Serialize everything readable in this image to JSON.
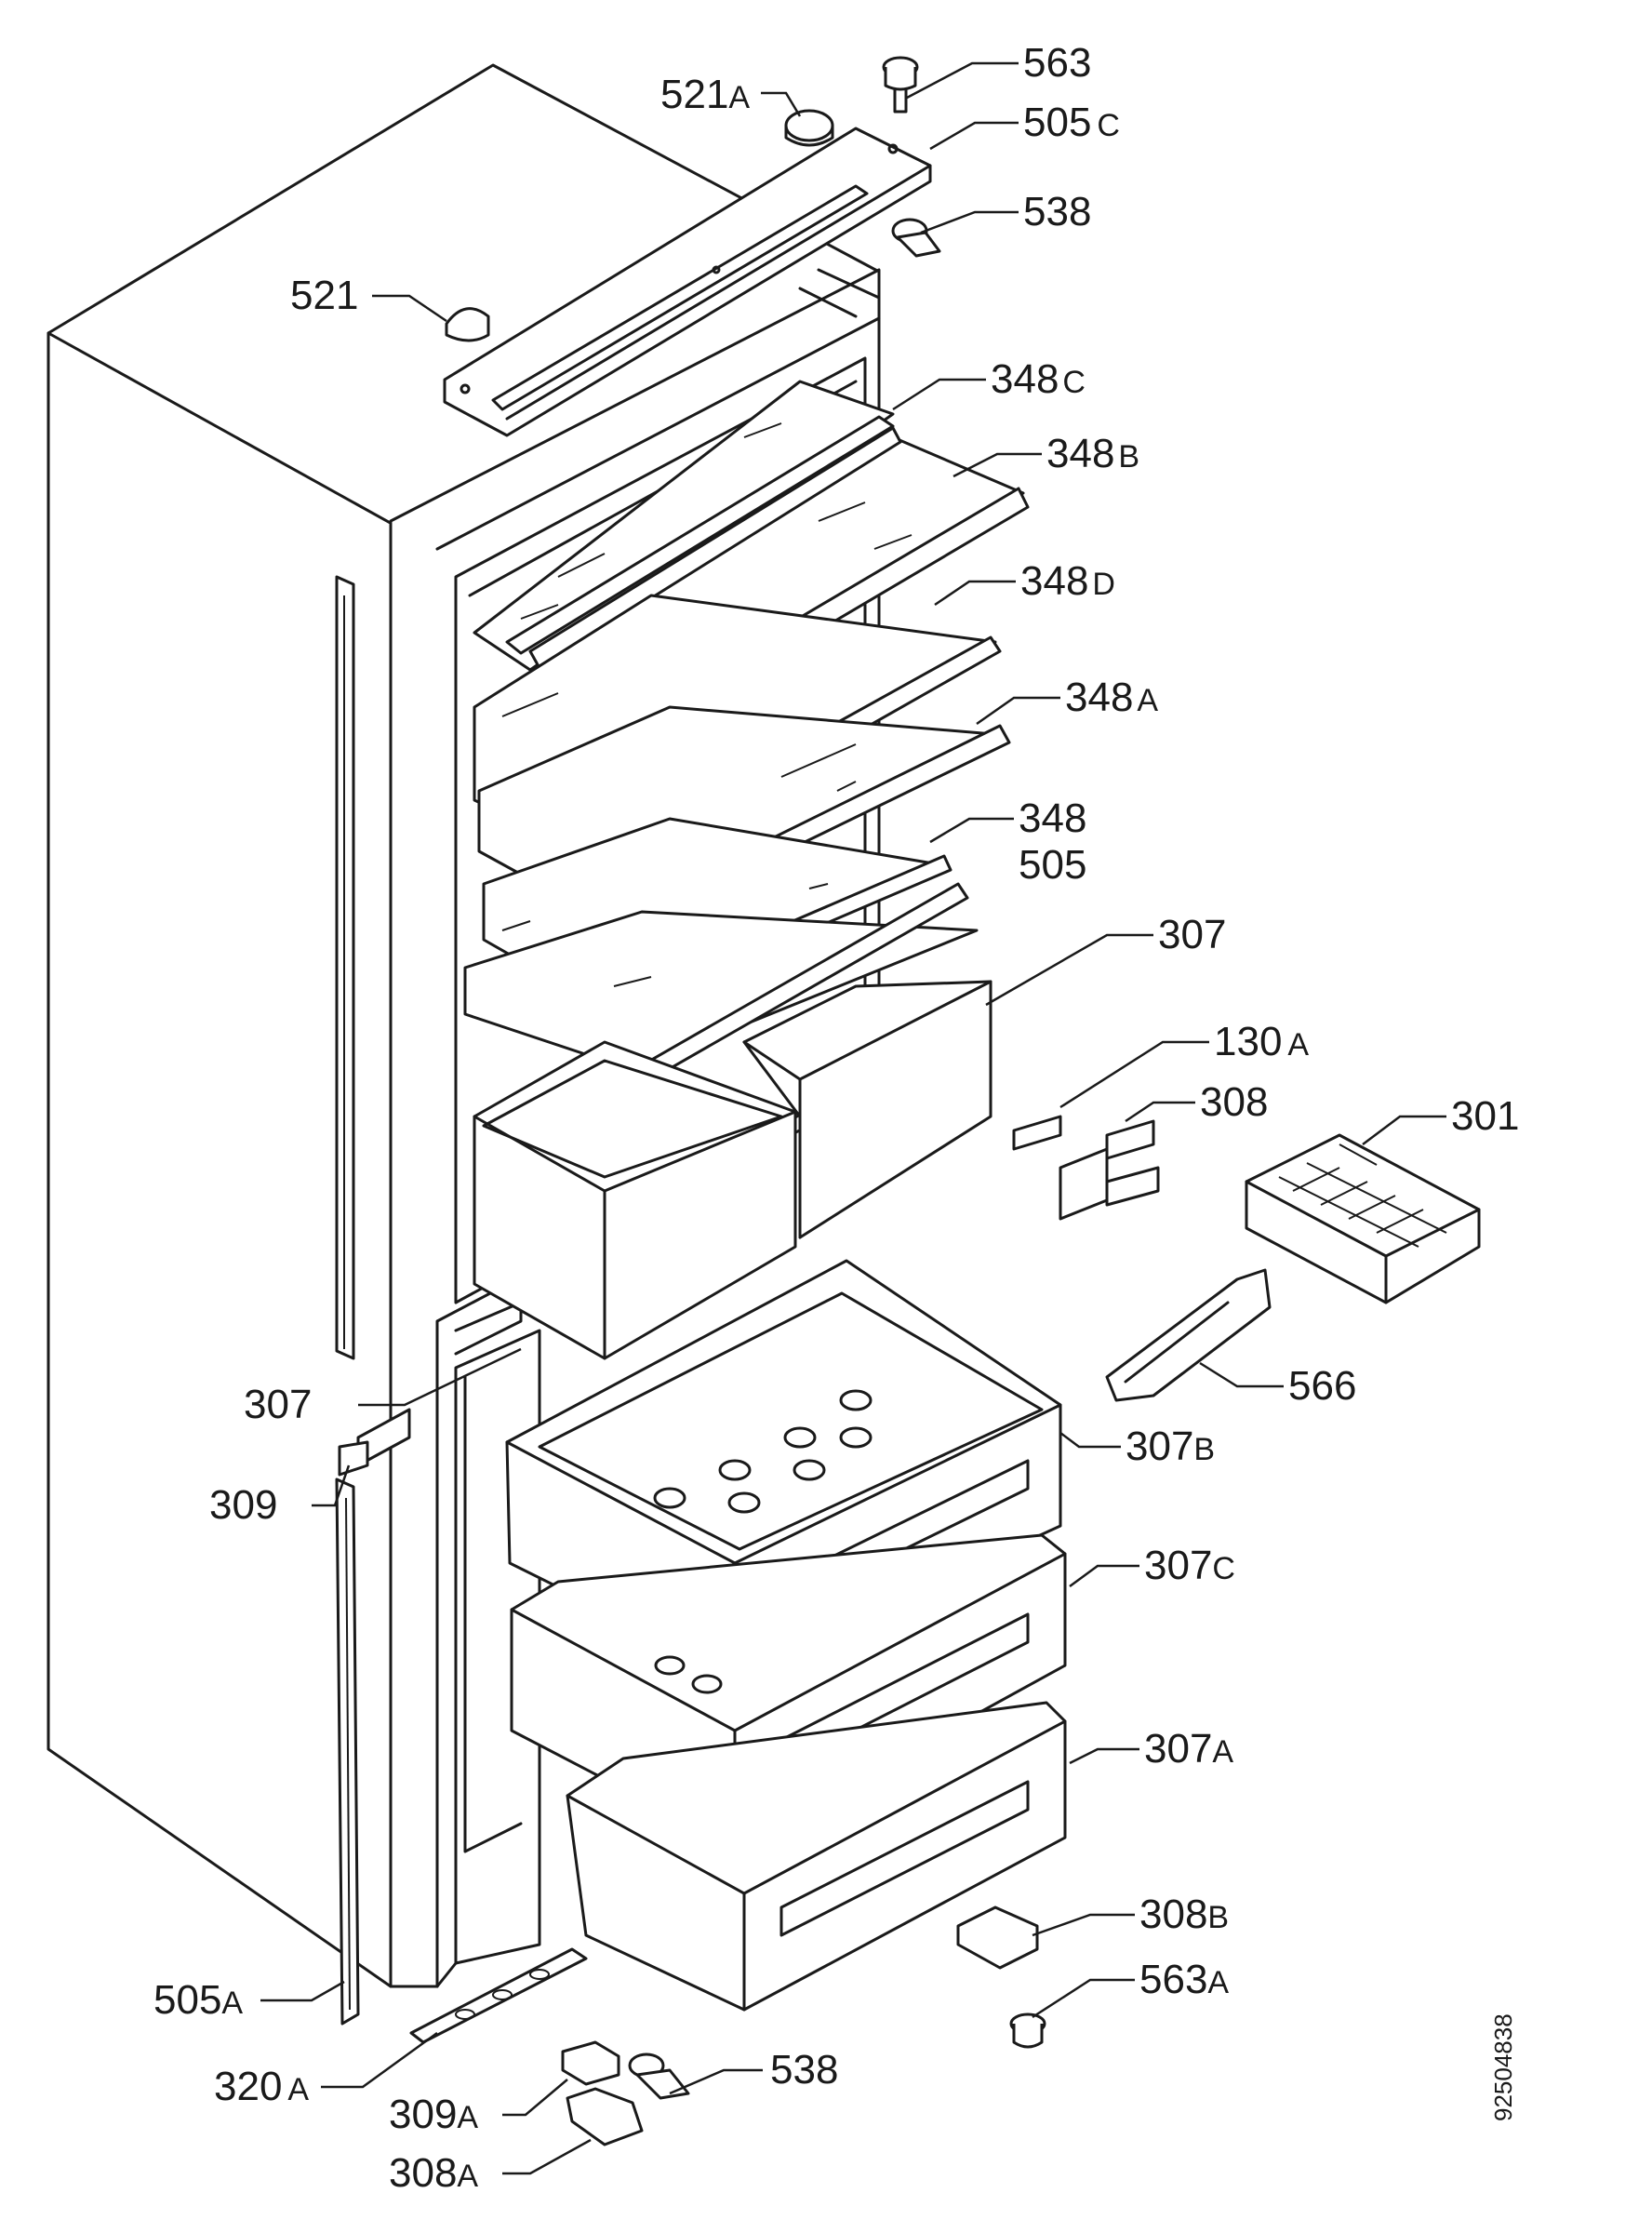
{
  "drawing_code": "92504838",
  "labels": [
    {
      "num": "563",
      "suffix": ""
    },
    {
      "num": "521",
      "suffix": "A"
    },
    {
      "num": "505",
      "suffix": "C"
    },
    {
      "num": "538",
      "suffix": ""
    },
    {
      "num": "521",
      "suffix": ""
    },
    {
      "num": "348",
      "suffix": "C"
    },
    {
      "num": "348",
      "suffix": "B"
    },
    {
      "num": "348",
      "suffix": "D"
    },
    {
      "num": "348",
      "suffix": "A"
    },
    {
      "num": "348",
      "suffix": ""
    },
    {
      "num": "505",
      "suffix": ""
    },
    {
      "num": "307",
      "suffix": ""
    },
    {
      "num": "130",
      "suffix": "A"
    },
    {
      "num": "308",
      "suffix": ""
    },
    {
      "num": "301",
      "suffix": ""
    },
    {
      "num": "566",
      "suffix": ""
    },
    {
      "num": "307",
      "suffix": ""
    },
    {
      "num": "307",
      "suffix": "B"
    },
    {
      "num": "309",
      "suffix": ""
    },
    {
      "num": "307",
      "suffix": "C"
    },
    {
      "num": "307",
      "suffix": "A"
    },
    {
      "num": "308",
      "suffix": "B"
    },
    {
      "num": "563",
      "suffix": "A"
    },
    {
      "num": "505",
      "suffix": "A"
    },
    {
      "num": "320",
      "suffix": "A"
    },
    {
      "num": "538",
      "suffix": ""
    },
    {
      "num": "309",
      "suffix": "A"
    },
    {
      "num": "308",
      "suffix": "A"
    }
  ]
}
